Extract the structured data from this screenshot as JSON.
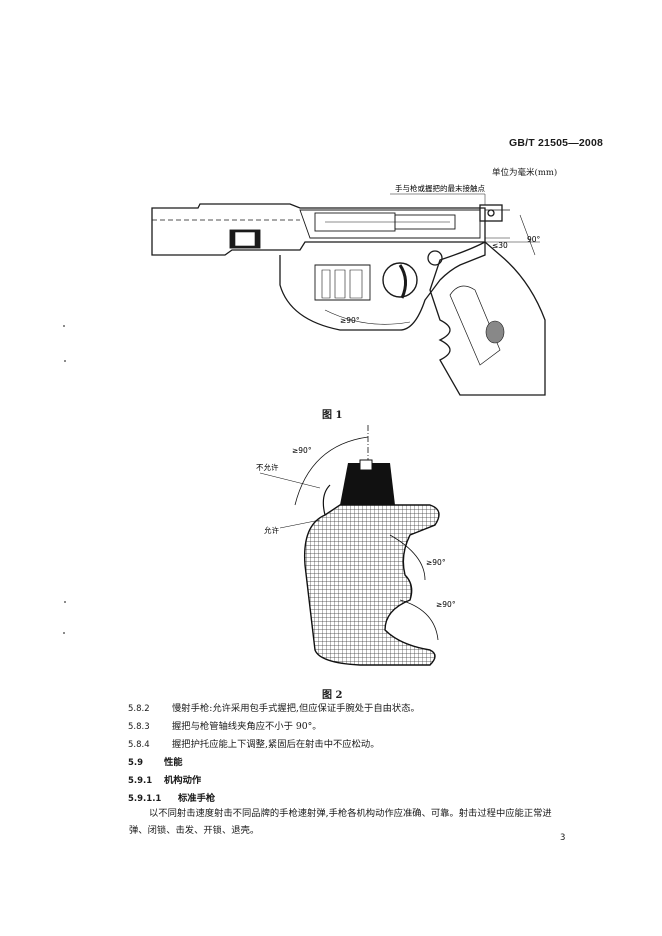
{
  "header": {
    "standard_number": "GB/T 21505—2008",
    "unit_note": "单位为毫米(mm)"
  },
  "figure1": {
    "caption": "图 1",
    "label_contact": "手与枪或握把的最末接触点",
    "label_le30": "≤30",
    "label_90": "90°",
    "label_ge90": "≥90°"
  },
  "figure2": {
    "caption": "图 2",
    "label_ge90_top": "≥90°",
    "label_not_allowed": "不允许",
    "label_allowed": "允许",
    "label_ge90_mid": "≥90°",
    "label_ge90_low": "≥90°"
  },
  "clauses": [
    {
      "num": "5.8.2",
      "text": "慢射手枪:允许采用包手式握把,但应保证手腕处于自由状态。",
      "bold": false
    },
    {
      "num": "5.8.3",
      "text": "握把与枪管轴线夹角应不小于 90°。",
      "bold": false
    },
    {
      "num": "5.8.4",
      "text": "握把护托应能上下调整,紧固后在射击中不应松动。",
      "bold": false
    },
    {
      "num": "5.9",
      "text": "性能",
      "bold": true
    },
    {
      "num": "5.9.1",
      "text": "机构动作",
      "bold": true
    },
    {
      "num": "5.9.1.1",
      "text": "标准手枪",
      "bold": true
    }
  ],
  "paragraph": "以不同射击速度射击不同品牌的手枪速射弹,手枪各机构动作应准确、可靠。射击过程中应能正常进弹、闭锁、击发、开锁、退壳。",
  "page_number": "3"
}
